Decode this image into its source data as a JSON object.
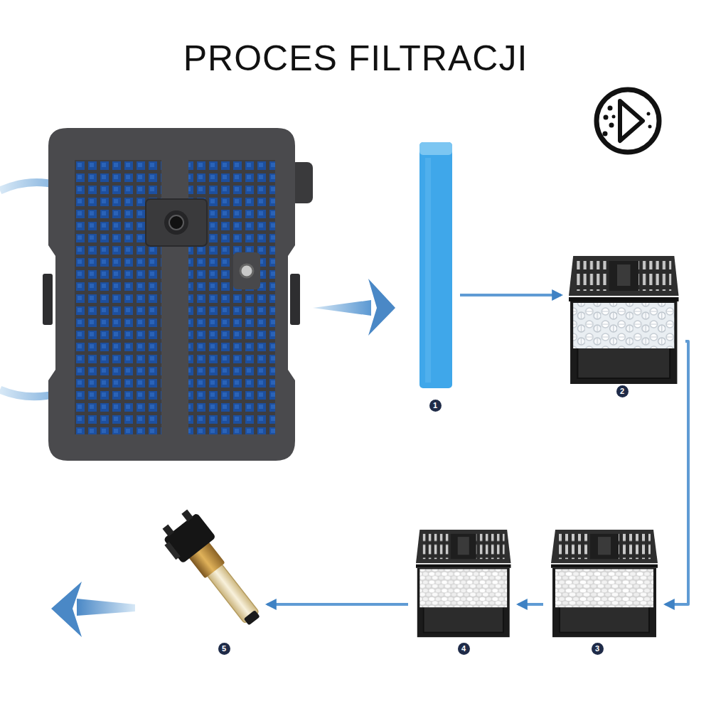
{
  "diagram": {
    "title": "PROCES FILTRACJI",
    "nodes": [
      {
        "text": [
          "1"
        ]
      },
      {
        "text": [
          "2"
        ]
      },
      {
        "text": [
          "3"
        ]
      },
      {
        "text": [
          "4"
        ]
      },
      {
        "text": [
          "5"
        ]
      }
    ],
    "edges": [
      {
        "from": 0,
        "to": 1,
        "arrow": "to"
      },
      {
        "from": 1,
        "to": 2,
        "arrow": "to"
      },
      {
        "from": 2,
        "to": 3,
        "arrow": "to"
      },
      {
        "from": 3,
        "to": 4,
        "arrow": "to"
      }
    ]
  }
}
